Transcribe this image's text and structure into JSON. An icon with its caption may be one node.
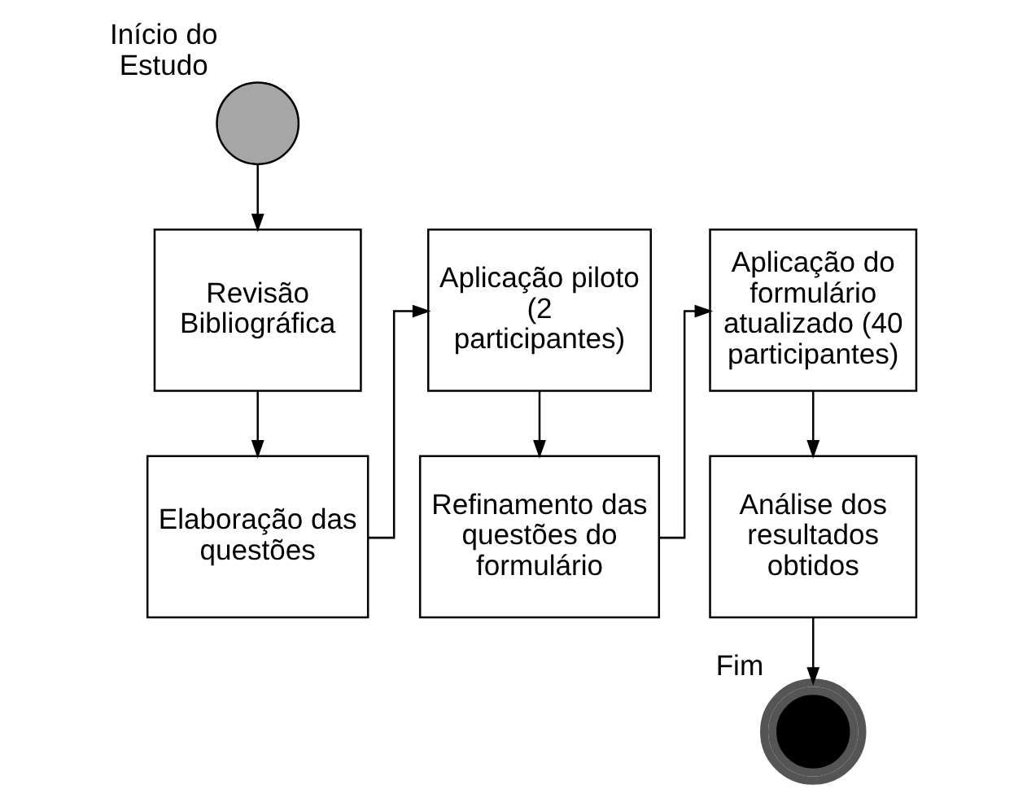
{
  "diagram": {
    "nodes": [
      {
        "text": [],
        "shape": "circle",
        "beside": [
          "Início do Estudo"
        ]
      },
      {
        "text": [
          "Revisão Bibliográfica"
        ]
      },
      {
        "text": [
          "Elaboração das questões"
        ]
      },
      {
        "text": [
          "Aplicação piloto (2 participantes)"
        ]
      },
      {
        "text": [
          "Refinamento das questões do formulário"
        ]
      },
      {
        "text": [
          "Aplicação do formulário atualizado (40 participantes)"
        ]
      },
      {
        "text": [
          "Análise dos resultados obtidos"
        ]
      },
      {
        "text": [],
        "shape": "circle",
        "beside": [
          "Fim"
        ]
      }
    ],
    "edges": [
      {
        "from": 0,
        "to": 1,
        "arrow": "to"
      },
      {
        "from": 1,
        "to": 2,
        "arrow": "to"
      },
      {
        "from": 2,
        "to": 3,
        "arrow": "to"
      },
      {
        "from": 3,
        "to": 4,
        "arrow": "to"
      },
      {
        "from": 4,
        "to": 5,
        "arrow": "to"
      },
      {
        "from": 5,
        "to": 6,
        "arrow": "to"
      },
      {
        "from": 6,
        "to": 7,
        "arrow": "to"
      }
    ]
  }
}
